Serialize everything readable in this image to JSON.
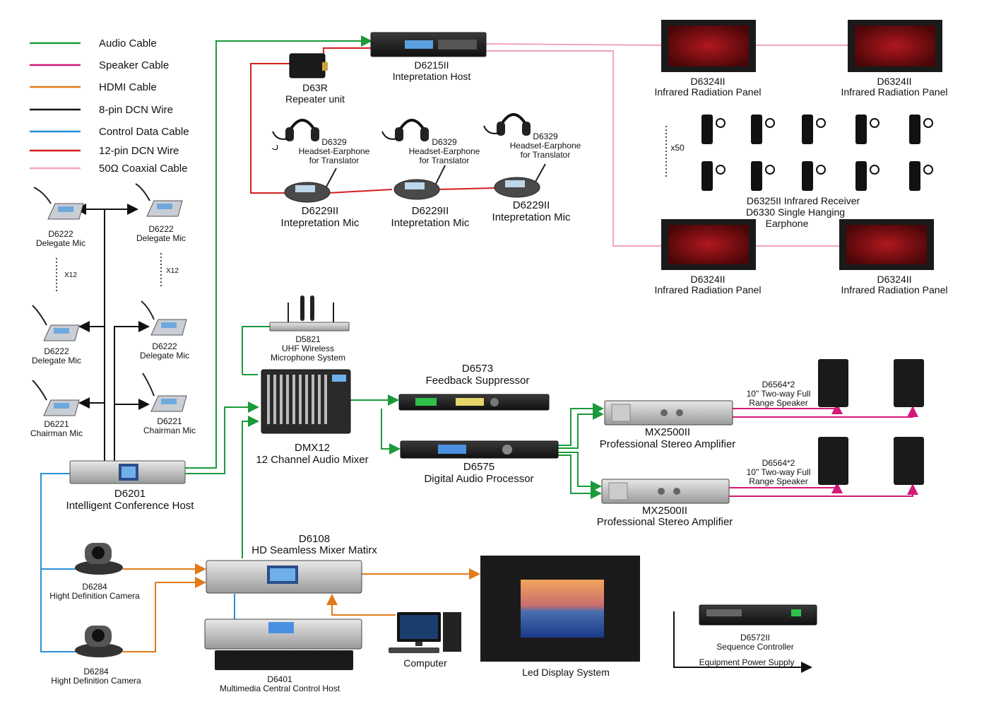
{
  "legend": [
    {
      "label": "Audio Cable",
      "color": "#1a9a3a"
    },
    {
      "label": "Speaker Cable",
      "color": "#d4197a"
    },
    {
      "label": "HDMI Cable",
      "color": "#e07b1a"
    },
    {
      "label": "8-pin DCN Wire",
      "color": "#111111"
    },
    {
      "label": "Control Data Cable",
      "color": "#2a8fd6"
    },
    {
      "label": "12-pin DCN Wire",
      "color": "#d42020"
    },
    {
      "label": "50Ω Coaxial Cable",
      "color": "#f2a5b5"
    }
  ],
  "devices": {
    "d6215": {
      "model": "D6215II",
      "name": "Intepretation Host"
    },
    "d63r": {
      "model": "D63R",
      "name": "Repeater unit"
    },
    "headset1": {
      "model": "D6329",
      "name": "Headset-Earphone",
      "sub": "for Translator"
    },
    "headset2": {
      "model": "D6329",
      "name": "Headset-Earphone",
      "sub": "for Translator"
    },
    "headset3": {
      "model": "D6329",
      "name": "Headset-Earphone",
      "sub": "for Translator"
    },
    "imic1": {
      "model": "D6229II",
      "name": "Intepretation Mic"
    },
    "imic2": {
      "model": "D6229II",
      "name": "Intepretation Mic"
    },
    "imic3": {
      "model": "D6229II",
      "name": "Intepretation Mic"
    },
    "irpanel1": {
      "model": "D6324II",
      "name": "Infrared Radiation Panel"
    },
    "irpanel2": {
      "model": "D6324II",
      "name": "Infrared Radiation Panel"
    },
    "irpanel3": {
      "model": "D6324II",
      "name": "Infrared Radiation Panel"
    },
    "irpanel4": {
      "model": "D6324II",
      "name": "Infrared Radiation Panel"
    },
    "receivers": {
      "count": "x50",
      "line1": "D6325II Infrared Receiver",
      "line2": "D6330 Single Hanging",
      "line3": "Earphone"
    },
    "dmic1": {
      "model": "D6222",
      "name": "Delegate Mic"
    },
    "dmic2": {
      "model": "D6222",
      "name": "Delegate Mic"
    },
    "dmic3": {
      "model": "D6222",
      "name": "Delegate Mic"
    },
    "dmic4": {
      "model": "D6222",
      "name": "Delegate Mic"
    },
    "cmic1": {
      "model": "D6221",
      "name": "Chairman Mic"
    },
    "cmic2": {
      "model": "D6221",
      "name": "Chairman Mic"
    },
    "x12_left": "X12",
    "x12_right": "X12",
    "d6201": {
      "model": "D6201",
      "name": "Intelligent Conference Host"
    },
    "d5821": {
      "model": "D5821",
      "name": "UHF Wireless",
      "sub": "Microphone System"
    },
    "dmx12": {
      "model": "DMX12",
      "name": "12 Channel Audio Mixer"
    },
    "d6573": {
      "model": "D6573",
      "name": "Feedback Suppressor"
    },
    "d6575": {
      "model": "D6575",
      "name": "Digital Audio Processor"
    },
    "amp1": {
      "model": "MX2500II",
      "name": "Professional Stereo Amplifier"
    },
    "amp2": {
      "model": "MX2500II",
      "name": "Professional Stereo Amplifier"
    },
    "spk1": {
      "model": "D6564*2",
      "name": "10\" Two-way Full",
      "sub": "Range Speaker"
    },
    "spk2": {
      "model": "D6564*2",
      "name": "10\" Two-way Full",
      "sub": "Range Speaker"
    },
    "cam1": {
      "model": "D6284",
      "name": "Hight Definition Camera"
    },
    "cam2": {
      "model": "D6284",
      "name": "Hight Definition Camera"
    },
    "d6108": {
      "model": "D6108",
      "name": "HD Seamless Mixer Matirx"
    },
    "d6401": {
      "model": "D6401",
      "name": "Multimedia Central Control Host"
    },
    "computer": {
      "name": "Computer"
    },
    "led": {
      "name": "Led Display System"
    },
    "d6572": {
      "model": "D6572II",
      "name": "Sequence Controller",
      "sub": "Equipment Power Supply"
    }
  }
}
